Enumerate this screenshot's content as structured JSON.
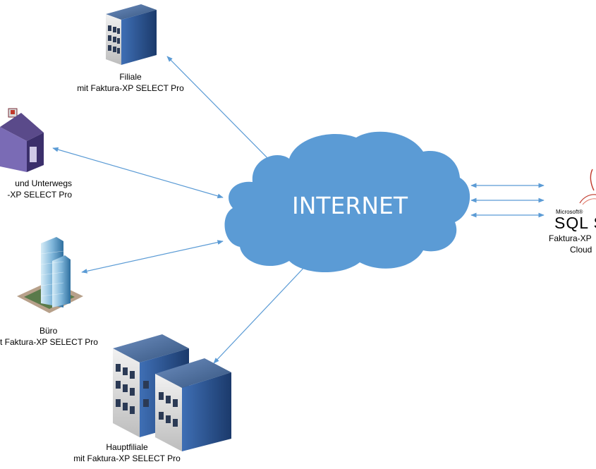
{
  "cloud": {
    "label": "INTERNET"
  },
  "colors": {
    "cloud": "#5b9bd5",
    "arrow": "#5b9bd5",
    "building_top": "#4a6fa5",
    "window": "#2b3a55"
  },
  "nodes": {
    "filiale": {
      "line1": "Filiale",
      "line2": "mit Faktura-XP SELECT Pro",
      "icon": "office-building-icon"
    },
    "homeoffice": {
      "line1": "und Unterwegs",
      "line2": "-XP SELECT Pro",
      "icon": "house-icon"
    },
    "buero": {
      "line1": "Büro",
      "line2": "t Faktura-XP SELECT Pro",
      "icon": "skyscraper-icon"
    },
    "hauptfiliale": {
      "line1": "Hauptfiliale",
      "line2": "mit Faktura-XP SELECT Pro",
      "icon": "headquarters-building-icon"
    },
    "sqlserver": {
      "vendor": "Microsoft®",
      "product": "SQL S",
      "line1": "Faktura-XP",
      "line2": "Cloud",
      "icon": "sql-server-logo-icon"
    }
  }
}
